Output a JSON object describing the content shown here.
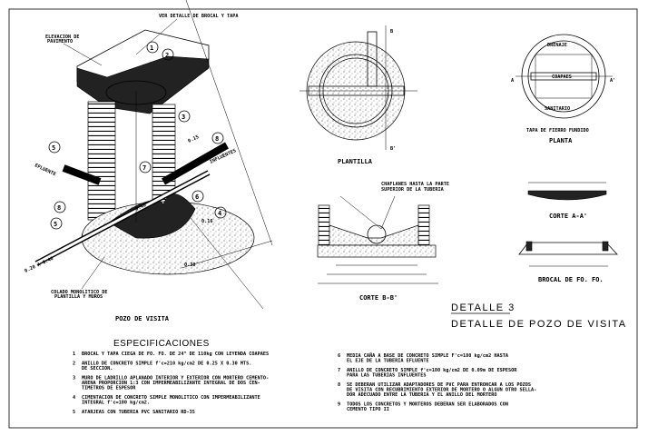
{
  "labels": {
    "ver_detalle": "VER DETALLE DE BROCAL Y TAPA",
    "elevacion_1": "ELEVACION DE",
    "elevacion_2": "PAVIMENTO",
    "efluente": "EFLUENTE",
    "influentes": "INFLUENTES",
    "dim_016": "0.16",
    "dim_015": "0.15",
    "dim_030": "0.30",
    "dim_040": "0.40",
    "pendiente": "0.20 A 0.40",
    "colado_1": "COLADO MONOLITICO DE",
    "colado_2": "PLANTILLA Y MUROS",
    "pozo_de_visita": "POZO DE VISITA",
    "plantilla": "PLANTILLA",
    "tapa": "TAPA DE FIERRO FUNDIDO",
    "planta": "PLANTA",
    "coapaes": "COAPAES",
    "drenaje": "DRENAJE",
    "sanitario": "SANITARIO",
    "section_a": "A",
    "section_a_prime": "A'",
    "section_b": "B",
    "section_b_prime": "B'",
    "chaflanes_1": "CHAFLANES HASTA LA PARTE",
    "chaflanes_2": "SUPERIOR DE LA TUBERIA",
    "corte_aa": "CORTE A-A'",
    "corte_bb": "CORTE B-B'",
    "brocal": "BROCAL DE FO. FO.",
    "detalle_num": "DETALLE 3",
    "detalle_title": "DETALLE DE POZO DE VISITA"
  },
  "callouts": [
    "1",
    "2",
    "3",
    "4",
    "5",
    "5",
    "6",
    "7",
    "8",
    "8"
  ],
  "specs": {
    "title": "ESPECIFICACIONES",
    "items": [
      {
        "n": "1",
        "lines": [
          "BROCAL Y TAPA CIEGA DE FO. FO. DE 24\" DE 110kg CON LEYENDA COAPAES"
        ]
      },
      {
        "n": "2",
        "lines": [
          "ANILLO DE CONCRETO SIMPLE f'c=210 kg/cm2 DE 0.25 X 0.30 MTS.",
          "DE SECCION."
        ]
      },
      {
        "n": "3",
        "lines": [
          "MURO DE LADRILLO APLANADO INTERIOR Y EXTERIOR CON MORTERO CEMENTO-",
          "ARENA PROPORCION 1:3 CON IMPERMEABILIZANTE INTEGRAL DE DOS CEN-",
          "TIMETROS DE ESPESOR"
        ]
      },
      {
        "n": "4",
        "lines": [
          "CIMENTACION DE CONCRETO SIMPLE MONOLITICO CON IMPERMEABILIZANTE",
          "INTEGRAL f'c=180 kg/cm2."
        ]
      },
      {
        "n": "5",
        "lines": [
          "ATARJEAS CON TUBERIA PVC SANITARIO RD-35"
        ]
      },
      {
        "n": "6",
        "lines": [
          "MEDIA CAÑA A BASE DE CONCRETO SIMPLE F'c=180 kg/cm2 HASTA",
          "EL EJE DE LA TUBERIA EFLUENTE"
        ]
      },
      {
        "n": "7",
        "lines": [
          "ANILLO DE CONCRETO SIMPLE f'c=180 kg/cm2 DE 0.09m DE ESPESOR",
          "PARA LAS TUBERIAS INFLUENTES"
        ]
      },
      {
        "n": "8",
        "lines": [
          "SE DEBERAN UTILIZAR ADAPTADORES DE PVC PARA ENTRONCAR A LOS POZOS",
          "DE VISITA CON RECUBRIMIENTO EXTERIOR DE MORTERO O ALGUN OTRO SELLA-",
          "DOR ADECUADO ENTRE LA TUBERIA Y EL ANILLO DEL MORTERO"
        ]
      },
      {
        "n": "9",
        "lines": [
          "TODOS LOS CONCRETOS Y MORTEROS DEBERAN SER ELABORADOS CON",
          "CEMENTO TIPO II"
        ]
      }
    ]
  }
}
